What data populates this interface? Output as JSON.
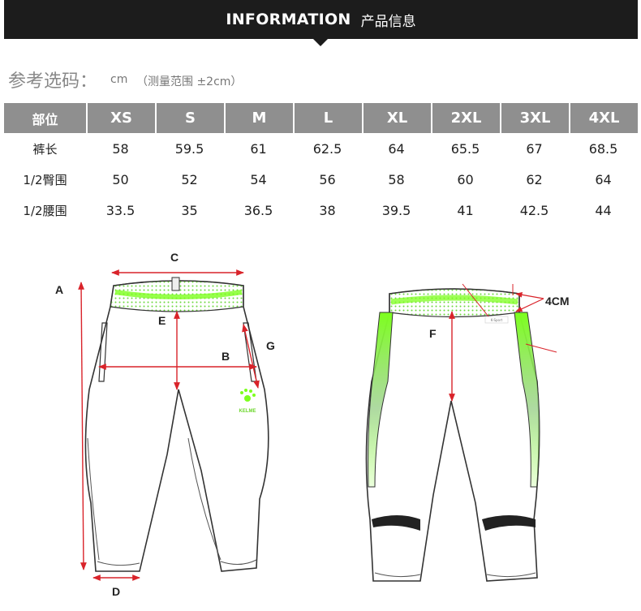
{
  "header": {
    "title": "INFORMATION",
    "subtitle": "产品信息"
  },
  "size_section": {
    "label": "参考选码：",
    "unit": "cm",
    "range_note": "（测量范围 ±2cm）"
  },
  "table": {
    "headers": [
      "部位",
      "XS",
      "S",
      "M",
      "L",
      "XL",
      "2XL",
      "3XL",
      "4XL"
    ],
    "rows": [
      [
        "裤长",
        "58",
        "59.5",
        "61",
        "62.5",
        "64",
        "65.5",
        "67",
        "68.5"
      ],
      [
        "1/2臀围",
        "50",
        "52",
        "54",
        "56",
        "58",
        "60",
        "62",
        "64"
      ],
      [
        "1/2腰围",
        "33.5",
        "35",
        "36.5",
        "38",
        "39.5",
        "41",
        "42.5",
        "44"
      ]
    ]
  },
  "diagram_labels": {
    "a": "A",
    "b": "B",
    "c": "C",
    "d": "D",
    "e": "E",
    "f": "F",
    "g": "G",
    "waistband_width": "4CM",
    "brand": "KELME",
    "tag_text": "K-Sport"
  },
  "colors": {
    "accent_green": "#7dff1e",
    "measure_red": "#d9232a",
    "header_bg": "#1c1c1c",
    "table_header_bg": "#8f8f8f"
  }
}
